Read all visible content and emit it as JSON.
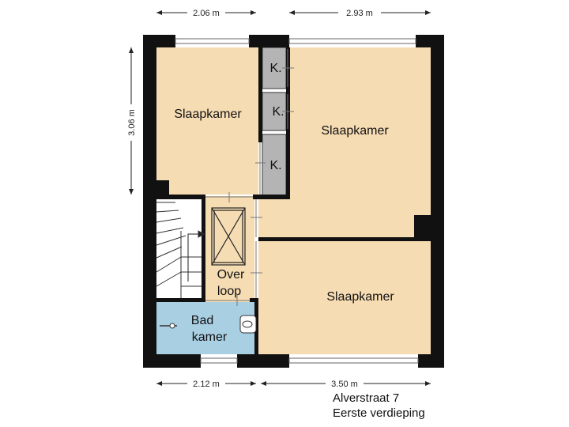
{
  "dimensions": {
    "top_left": "2.06 m",
    "top_right": "2.93 m",
    "left_vertical": "3.06 m",
    "bottom_left": "2.12 m",
    "bottom_right": "3.50 m"
  },
  "rooms": {
    "bedroom_top_left": "Slaapkamer",
    "bedroom_top_right": "Slaapkamer",
    "bedroom_bottom_right": "Slaapkamer",
    "closet_1": "K.",
    "closet_2": "K.",
    "closet_3": "K.",
    "landing_line1": "Over",
    "landing_line2": "loop",
    "bathroom_line1": "Bad",
    "bathroom_line2": "kamer"
  },
  "caption": {
    "address": "Alverstraat 7",
    "floor": "Eerste verdieping"
  },
  "colors": {
    "wall": "#111111",
    "room_fill": "#f6dcb3",
    "closet_fill": "#b4b4b4",
    "bathroom_fill": "#a9cfe3"
  }
}
